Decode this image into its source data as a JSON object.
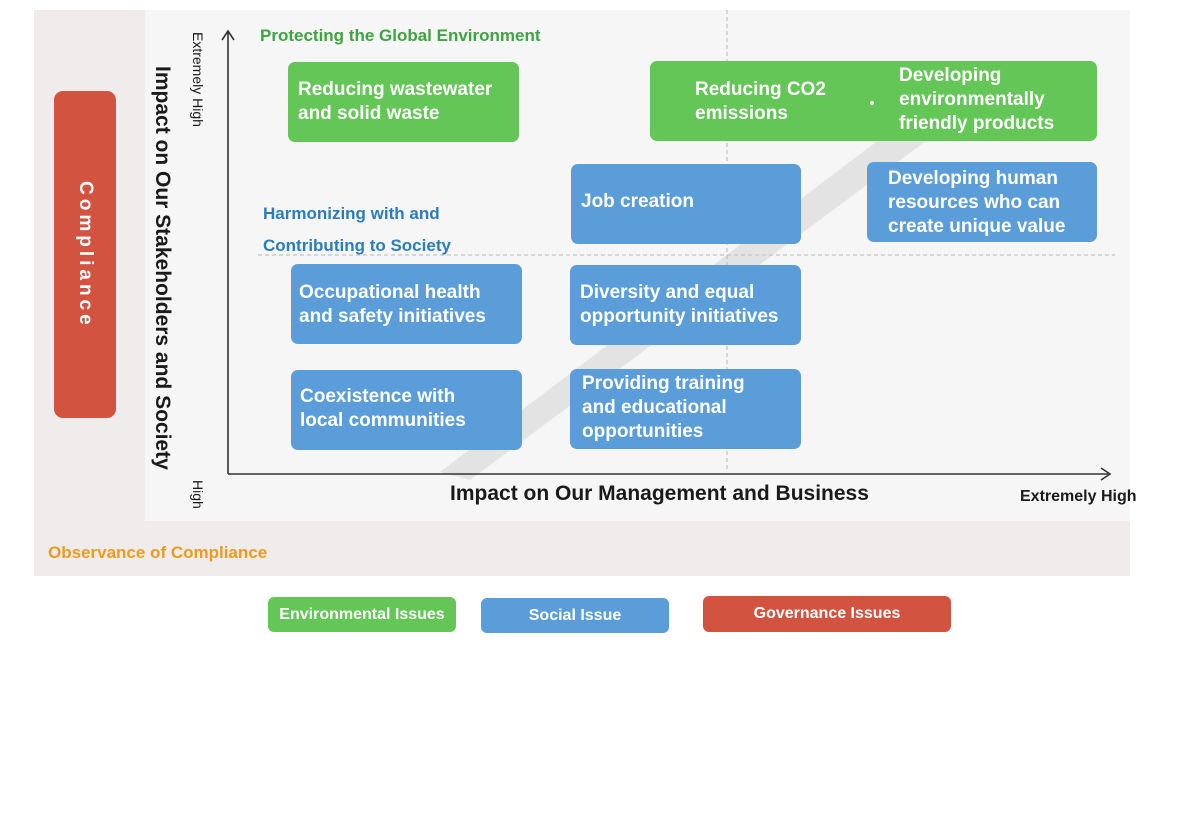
{
  "axes": {
    "y_title": "Impact on Our Stakeholders and Society",
    "y_top": "Extremely High",
    "y_bottom": "High",
    "x_title": "Impact on Our Management and Business",
    "x_end": "Extremely High"
  },
  "sections": {
    "environment": "Protecting the Global Environment",
    "society_line1": "Harmonizing with and",
    "society_line2": "Contributing to Society",
    "compliance_band": "Observance of Compliance"
  },
  "compliance_pill": "Compliance",
  "issues": {
    "wastewater": "Reducing wastewater\nand solid waste",
    "co2": "Reducing CO2\nemissions",
    "eco_products": "Developing\nenvironmentally\nfriendly products",
    "job_creation": "Job creation",
    "human_resources": "Developing human\nresources who can\ncreate unique value",
    "health_safety": "Occupational health\nand safety initiatives",
    "diversity": "Diversity and equal\nopportunity initiatives",
    "communities": "Coexistence with\nlocal communities",
    "training": "Providing training\nand educational\nopportunities"
  },
  "legend": {
    "environmental": "Environmental Issues",
    "social": "Social Issue",
    "governance": "Governance Issues"
  },
  "colors": {
    "environmental": "#63c657",
    "social": "#5a9dd8",
    "governance": "#d25440",
    "observance": "#ef9a1e"
  }
}
